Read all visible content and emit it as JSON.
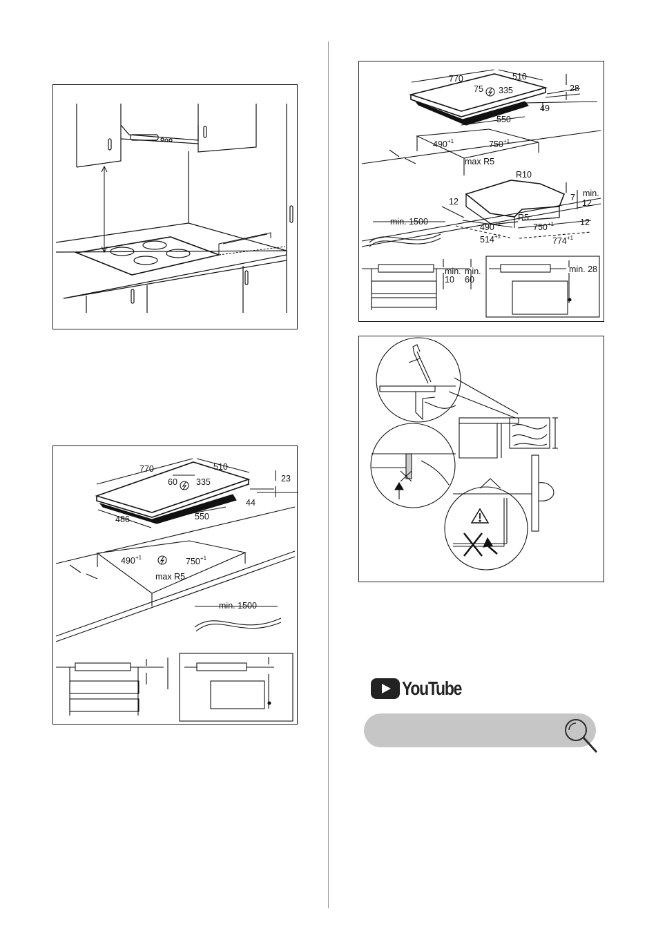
{
  "figure_install_top": {
    "hob_dims": {
      "width": "770",
      "depth": "510",
      "offset": "60",
      "center": "335",
      "thickness": "23",
      "box_height": "44",
      "box_width": "550",
      "edge": "486"
    },
    "cutout": {
      "depth": "490",
      "depth_tol": "+1",
      "width": "750",
      "width_tol": "+1",
      "radius": "max R5"
    },
    "cable": "min. 1500"
  },
  "figure_install_right": {
    "hob_dims": {
      "width": "770",
      "depth": "510",
      "offset": "75",
      "center": "335",
      "thickness": "28",
      "box_height": "49",
      "box_width": "550"
    },
    "cutout": {
      "depth": "490",
      "depth_tol": "+1",
      "width": "750",
      "width_tol": "+1",
      "radius": "max R5"
    },
    "frame": {
      "r10": "R10",
      "r5": "R5",
      "seven": "7",
      "min": "min.",
      "twelve": "12",
      "depth": "490",
      "depth_tol": "+1",
      "width": "750",
      "width_tol": "+1",
      "outer_depth": "514",
      "outer_depth_tol": "+1",
      "outer_width": "774",
      "outer_width_tol": "+1"
    },
    "cable": "min. 1500",
    "clearances": {
      "min": "min.",
      "ten": "10",
      "sixty": "60",
      "min28": "min. 28"
    }
  },
  "branding": {
    "youtube_label": "YouTube"
  },
  "icons": [
    "lightning-icon",
    "warning-icon",
    "search-icon",
    "play-icon"
  ]
}
